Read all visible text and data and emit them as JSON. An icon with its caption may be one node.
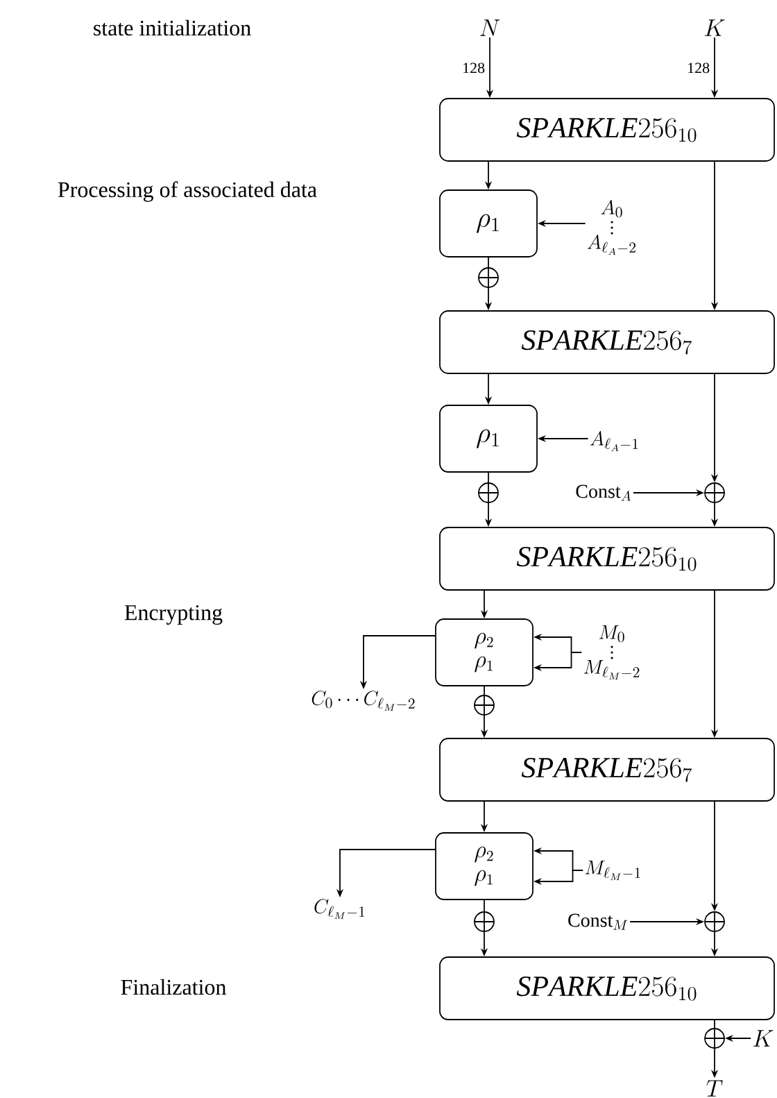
{
  "diagram": {
    "nodes": [
      {
        "text": [
          "N"
        ]
      },
      {
        "text": [
          "K"
        ]
      },
      {
        "text": [
          "\\mathit{SPARKLE}256_{10}"
        ]
      },
      {
        "text": [
          "\\rho_1"
        ]
      },
      {
        "text": [
          "A_0",
          "A_{\\ell_A-2}"
        ]
      },
      {
        "text": [],
        "shape": "circle"
      },
      {
        "text": [
          "\\mathit{SPARKLE}256_{7}"
        ]
      },
      {
        "text": [
          "\\rho_1"
        ]
      },
      {
        "text": [
          "A_{\\ell_A-1}"
        ]
      },
      {
        "text": [],
        "shape": "circle"
      },
      {
        "text": [
          "\\mathrm{Const}_A"
        ]
      },
      {
        "text": [],
        "shape": "circle"
      },
      {
        "text": [
          "\\mathit{SPARKLE}256_{10}"
        ]
      },
      {
        "text": [
          "\\rho_2",
          "\\rho_1"
        ]
      },
      {
        "text": [
          "M_0",
          "M_{\\ell_M-2}"
        ]
      },
      {
        "text": [
          "C_0 \\cdots C_{\\ell_M-2}"
        ]
      },
      {
        "text": [],
        "shape": "circle"
      },
      {
        "text": [
          "\\mathit{SPARKLE}256_{7}"
        ]
      },
      {
        "text": [
          "\\rho_2",
          "\\rho_1"
        ]
      },
      {
        "text": [
          "M_{\\ell_M-1}"
        ]
      },
      {
        "text": [
          "C_{\\ell_M-1}"
        ]
      },
      {
        "text": [],
        "shape": "circle"
      },
      {
        "text": [
          "\\mathrm{Const}_M"
        ]
      },
      {
        "text": [],
        "shape": "circle"
      },
      {
        "text": [
          "\\mathit{SPARKLE}256_{10}"
        ]
      },
      {
        "text": [],
        "shape": "circle"
      },
      {
        "text": [
          "K"
        ]
      },
      {
        "text": [
          "T"
        ]
      }
    ],
    "edges": [
      {
        "from": 0,
        "to": 2,
        "arrow": "to",
        "label": "128"
      },
      {
        "from": 1,
        "to": 2,
        "arrow": "to",
        "label": "128"
      },
      {
        "from": 2,
        "to": 3,
        "arrow": "to"
      },
      {
        "from": 4,
        "to": 3,
        "arrow": "to"
      },
      {
        "from": 3,
        "to": 5,
        "arrow": "none"
      },
      {
        "from": 5,
        "to": 6,
        "arrow": "to"
      },
      {
        "from": 2,
        "to": 6,
        "arrow": "to"
      },
      {
        "from": 6,
        "to": 7,
        "arrow": "to"
      },
      {
        "from": 8,
        "to": 7,
        "arrow": "to"
      },
      {
        "from": 7,
        "to": 9,
        "arrow": "none"
      },
      {
        "from": 9,
        "to": 12,
        "arrow": "to"
      },
      {
        "from": 6,
        "to": 11,
        "arrow": "to"
      },
      {
        "from": 10,
        "to": 11,
        "arrow": "to"
      },
      {
        "from": 11,
        "to": 12,
        "arrow": "to"
      },
      {
        "from": 12,
        "to": 13,
        "arrow": "to"
      },
      {
        "from": 14,
        "to": 13,
        "arrow": "to"
      },
      {
        "from": 13,
        "to": 15,
        "arrow": "to"
      },
      {
        "from": 13,
        "to": 16,
        "arrow": "none"
      },
      {
        "from": 16,
        "to": 17,
        "arrow": "to"
      },
      {
        "from": 12,
        "to": 17,
        "arrow": "to"
      },
      {
        "from": 17,
        "to": 18,
        "arrow": "to"
      },
      {
        "from": 19,
        "to": 18,
        "arrow": "to"
      },
      {
        "from": 18,
        "to": 20,
        "arrow": "to"
      },
      {
        "from": 18,
        "to": 21,
        "arrow": "none"
      },
      {
        "from": 21,
        "to": 24,
        "arrow": "to"
      },
      {
        "from": 17,
        "to": 23,
        "arrow": "to"
      },
      {
        "from": 22,
        "to": 23,
        "arrow": "to"
      },
      {
        "from": 23,
        "to": 24,
        "arrow": "to"
      },
      {
        "from": 24,
        "to": 25,
        "arrow": "none"
      },
      {
        "from": 26,
        "to": 25,
        "arrow": "to"
      },
      {
        "from": 25,
        "to": 27,
        "arrow": "to"
      }
    ],
    "labels": [
      "state initialization",
      "Processing of associated data",
      "Encrypting",
      "Finalization"
    ]
  }
}
